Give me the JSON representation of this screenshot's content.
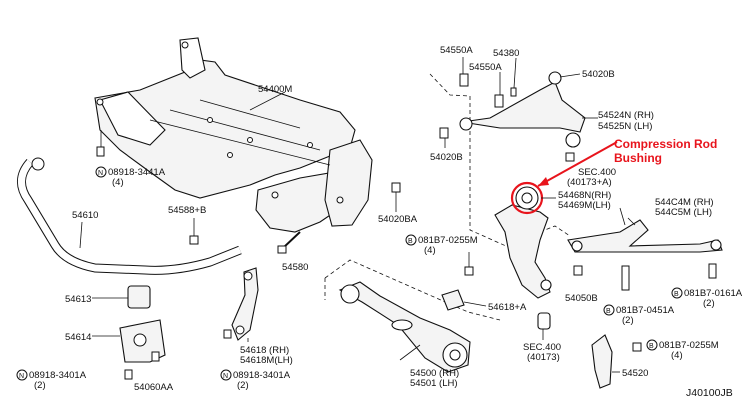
{
  "diagram": {
    "part_labels": [
      {
        "id": "p54400M",
        "text": "54400M"
      },
      {
        "id": "p54550A_1",
        "text": "54550A"
      },
      {
        "id": "p54380",
        "text": "54380"
      },
      {
        "id": "p54550A_2",
        "text": "54550A"
      },
      {
        "id": "p54020B_1",
        "text": "54020B"
      },
      {
        "id": "p54524N",
        "text": "54524N (RH)"
      },
      {
        "id": "p54525N",
        "text": "54525N (LH)"
      },
      {
        "id": "p54020B_2",
        "text": "54020B"
      },
      {
        "id": "sec400_a",
        "text": "SEC.400"
      },
      {
        "id": "sec400_a2",
        "text": "(40173+A)"
      },
      {
        "id": "p54468N",
        "text": "54468N(RH)"
      },
      {
        "id": "p54469M",
        "text": "54469M(LH)"
      },
      {
        "id": "p544C4M",
        "text": "544C4M (RH)"
      },
      {
        "id": "p544C5M",
        "text": "544C5M (LH)"
      },
      {
        "id": "p08918_1",
        "text": "08918-3441A"
      },
      {
        "id": "p08918_1q",
        "text": "(4)"
      },
      {
        "id": "p54610",
        "text": "54610"
      },
      {
        "id": "p54588B",
        "text": "54588+B"
      },
      {
        "id": "p54020BA",
        "text": "54020BA"
      },
      {
        "id": "p081B7_0255M_1",
        "text": "081B7-0255M"
      },
      {
        "id": "p081B7_0255M_1q",
        "text": "(4)"
      },
      {
        "id": "p54580",
        "text": "54580"
      },
      {
        "id": "p54613",
        "text": "54613"
      },
      {
        "id": "p54618A",
        "text": "54618+A"
      },
      {
        "id": "p54050B",
        "text": "54050B"
      },
      {
        "id": "p081B7_0161A",
        "text": "081B7-0161A"
      },
      {
        "id": "p081B7_0161Aq",
        "text": "(2)"
      },
      {
        "id": "p081B7_0451A",
        "text": "081B7-0451A"
      },
      {
        "id": "p081B7_0451Aq",
        "text": "(2)"
      },
      {
        "id": "p54614",
        "text": "54614"
      },
      {
        "id": "p54618RH",
        "text": "54618 (RH)"
      },
      {
        "id": "p54618MLH",
        "text": "54618M(LH)"
      },
      {
        "id": "p08918_3401A_1",
        "text": "08918-3401A"
      },
      {
        "id": "p08918_3401A_1q",
        "text": "(2)"
      },
      {
        "id": "p54060AA",
        "text": "54060AA"
      },
      {
        "id": "p08918_3401A_2",
        "text": "08918-3401A"
      },
      {
        "id": "p08918_3401A_2q",
        "text": "(2)"
      },
      {
        "id": "p54500",
        "text": "54500 (RH)"
      },
      {
        "id": "p54501",
        "text": "54501 (LH)"
      },
      {
        "id": "sec400_b",
        "text": "SEC.400"
      },
      {
        "id": "sec400_b2",
        "text": "(40173)"
      },
      {
        "id": "p081B7_0255M_2",
        "text": "081B7-0255M"
      },
      {
        "id": "p081B7_0255M_2q",
        "text": "(4)"
      },
      {
        "id": "p54520",
        "text": "54520"
      }
    ],
    "callout": {
      "line1": "Compression Rod",
      "line2": "Bushing",
      "color": "#e8141c"
    },
    "figure_code": "J40100JB",
    "circle_letters": {
      "N": "N",
      "B": "B"
    }
  }
}
